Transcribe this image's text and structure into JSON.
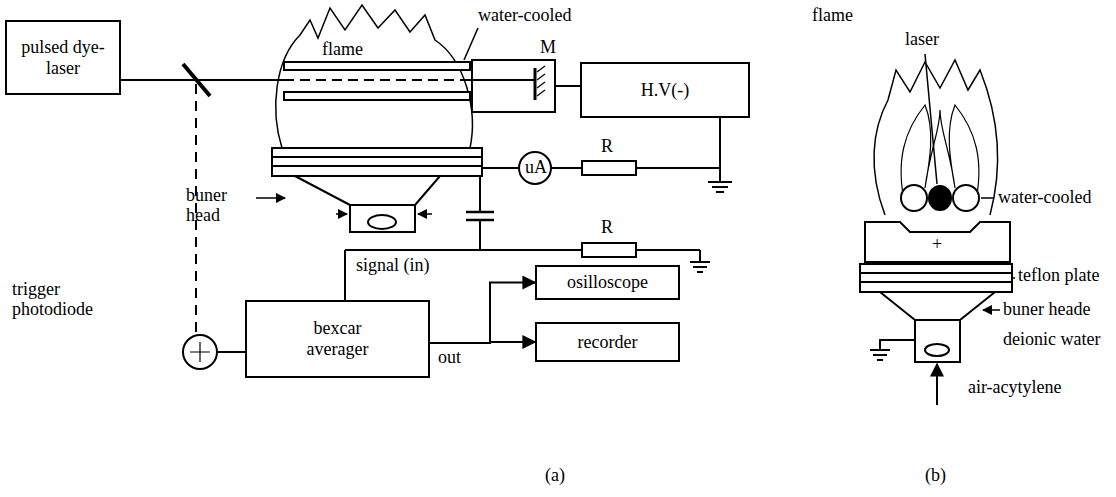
{
  "diagram": {
    "nodes": [
      {
        "text": [
          "pulsed dye-laser"
        ]
      },
      {
        "text": [
          "H.V(-)"
        ]
      },
      {
        "text": [
          "osilloscope"
        ]
      },
      {
        "text": [
          "bexcar averager"
        ]
      },
      {
        "text": [
          "recorder"
        ]
      }
    ],
    "edges": [
      {
        "from": 3,
        "to": 2,
        "arrow": "to"
      },
      {
        "from": 3,
        "to": 4,
        "arrow": "to"
      }
    ],
    "labels": [
      "water-cooled",
      "flame",
      "M",
      "buner head",
      "trigger photodiode",
      "uA",
      "R",
      "R",
      "signal (in)",
      "out",
      "(a)",
      "flame",
      "laser",
      "water-cooled",
      "+",
      "teflon plate",
      "buner heade",
      "deionic water",
      "air-acytylene",
      "(b)"
    ]
  }
}
